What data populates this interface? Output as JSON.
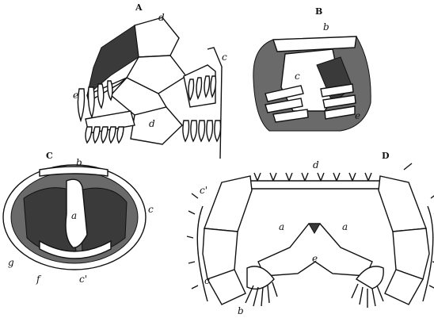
{
  "panels": {
    "A": {
      "letter": "A",
      "labels": {
        "d_top": "d",
        "c": "c",
        "e": "e",
        "d_mid": "d"
      }
    },
    "B": {
      "letter": "B",
      "labels": {
        "b": "b",
        "c": "c",
        "e": "e"
      }
    },
    "C": {
      "letter": "C",
      "labels": {
        "b": "b",
        "a": "a",
        "c": "c",
        "g": "g",
        "f": "f",
        "c_prime": "c'"
      }
    },
    "D": {
      "letter": "D",
      "labels": {
        "d": "d",
        "c_prime": "c'",
        "a_left": "a",
        "a_right": "a",
        "e": "e",
        "c": "c",
        "b": "b"
      }
    }
  }
}
